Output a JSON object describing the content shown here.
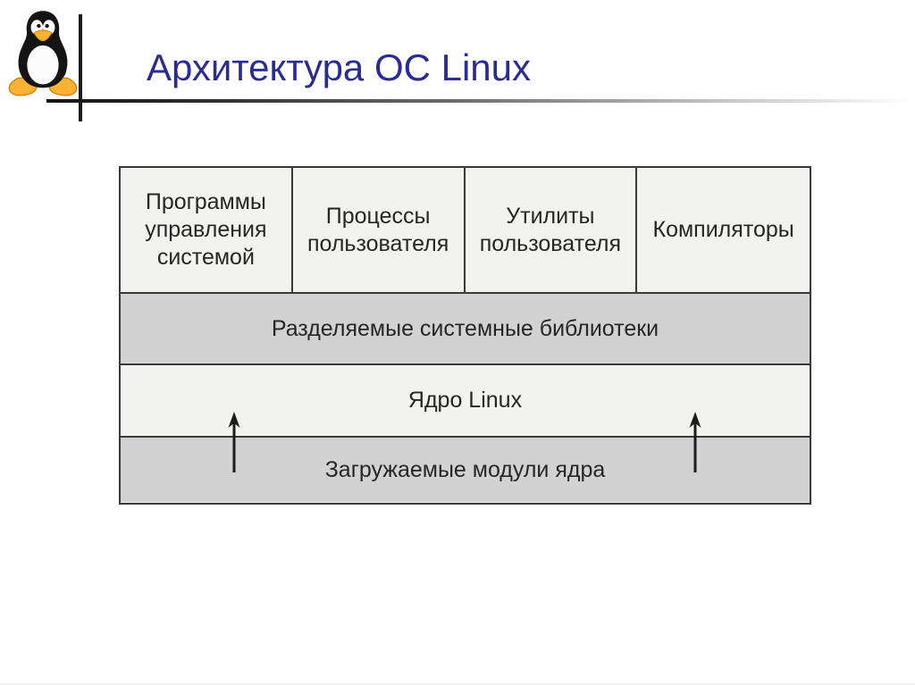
{
  "header": {
    "title": "Архитектура ОС Linux"
  },
  "icons": {
    "tux": "tux-penguin-logo",
    "arrow_up": "up-arrow"
  },
  "diagram": {
    "top_cells": [
      {
        "label": "Программы управления системой"
      },
      {
        "label": "Процессы пользователя"
      },
      {
        "label": "Утилиты пользователя"
      },
      {
        "label": "Компиляторы"
      }
    ],
    "bands": [
      {
        "label": "Разделяемые системные библиотеки",
        "shade": "gray"
      },
      {
        "label": "Ядро Linux",
        "shade": "light"
      },
      {
        "label": "Загружаемые модули ядра",
        "shade": "gray"
      }
    ]
  },
  "colors": {
    "title": "#2b2b96",
    "cell_light": "#f2f2f0",
    "band_gray": "#d2d2d2",
    "border": "#3a3a3a",
    "text": "#262626",
    "tux_orange": "#f9b233"
  }
}
